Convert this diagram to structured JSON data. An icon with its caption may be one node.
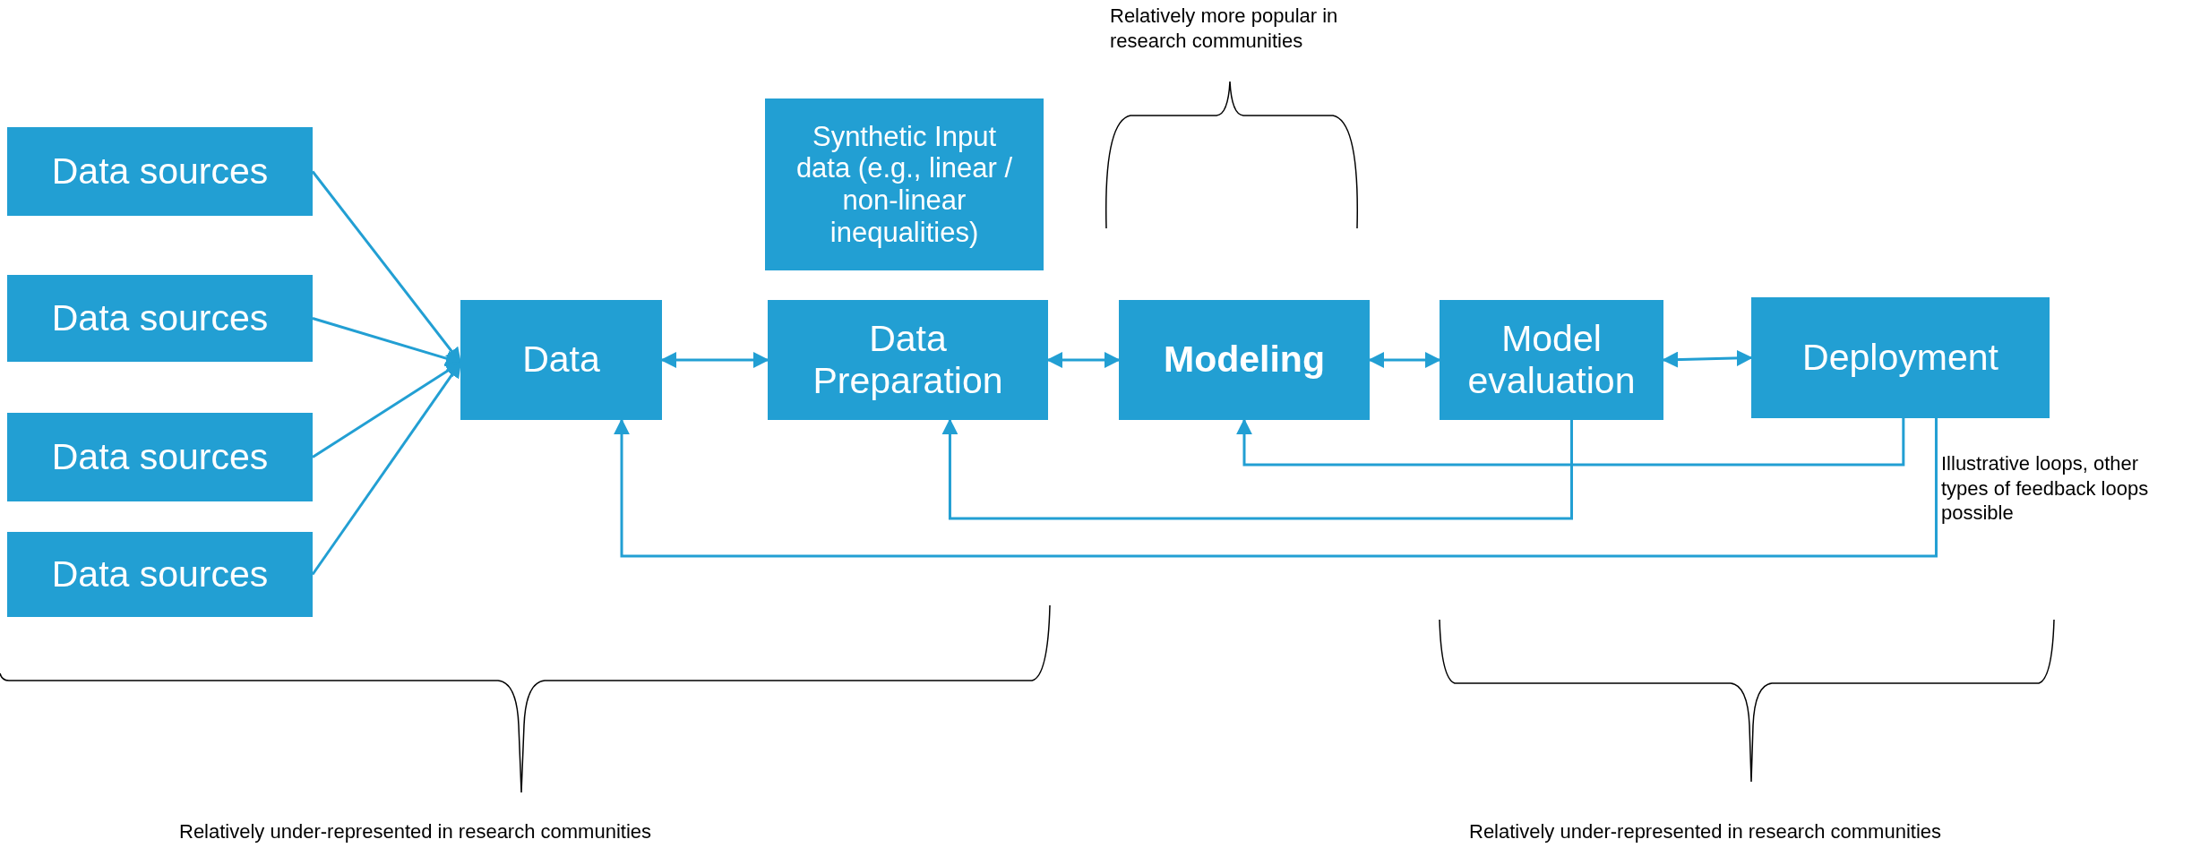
{
  "diagram": {
    "nodes": [
      {
        "text": [
          "Data sources"
        ]
      },
      {
        "text": [
          "Data sources"
        ]
      },
      {
        "text": [
          "Data sources"
        ]
      },
      {
        "text": [
          "Data sources"
        ]
      },
      {
        "text": [
          "Synthetic Input data (e.g., linear / non-linear inequalities)"
        ]
      },
      {
        "text": [
          "Data"
        ]
      },
      {
        "text": [
          "Data Preparation"
        ]
      },
      {
        "text": [
          "Modeling"
        ]
      },
      {
        "text": [
          "Model evaluation"
        ]
      },
      {
        "text": [
          "Deployment"
        ]
      }
    ],
    "edges": [
      {
        "from": 0,
        "to": 5,
        "arrow": "to"
      },
      {
        "from": 1,
        "to": 5,
        "arrow": "to"
      },
      {
        "from": 2,
        "to": 5,
        "arrow": "to"
      },
      {
        "from": 3,
        "to": 5,
        "arrow": "to"
      },
      {
        "from": 5,
        "to": 6,
        "arrow": "both"
      },
      {
        "from": 6,
        "to": 7,
        "arrow": "both"
      },
      {
        "from": 7,
        "to": 8,
        "arrow": "both"
      },
      {
        "from": 8,
        "to": 9,
        "arrow": "both"
      },
      {
        "from": 8,
        "to": 6,
        "arrow": "to"
      },
      {
        "from": 9,
        "to": 7,
        "arrow": "to"
      },
      {
        "from": 9,
        "to": 5,
        "arrow": "to"
      }
    ],
    "labels": [
      "Relatively more popular in research communities",
      "Illustrative loops, other types of feedback loops possible",
      "Relatively under-represented in research communities",
      "Relatively under-represented in research communities"
    ]
  }
}
